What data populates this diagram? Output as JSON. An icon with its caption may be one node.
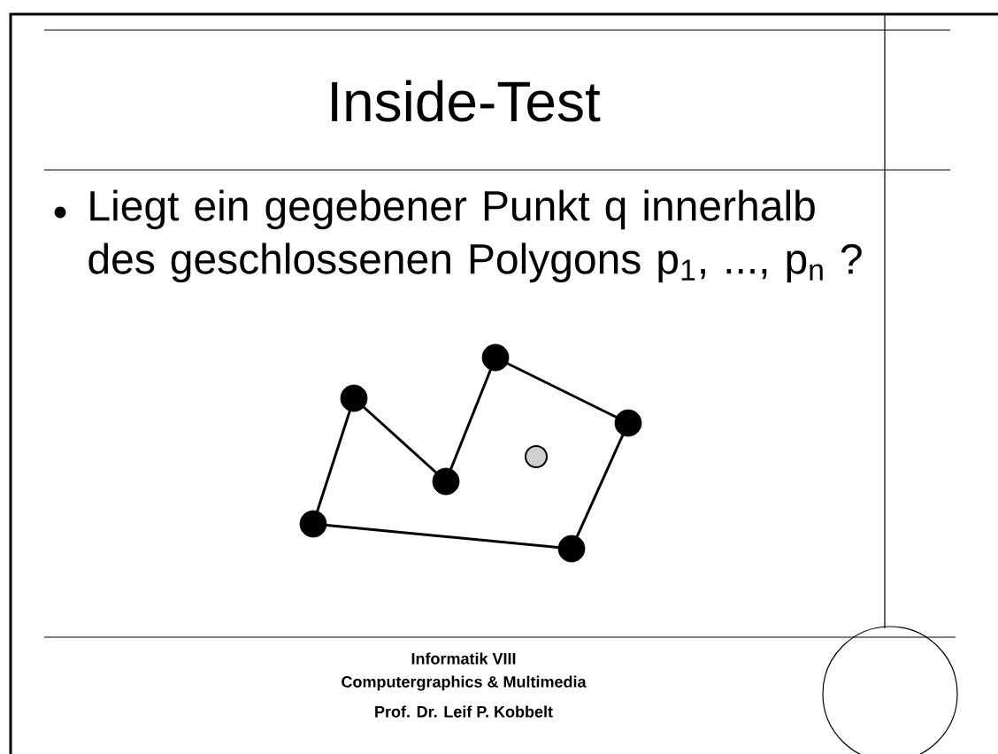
{
  "diagram": {
    "title": "Inside-Test",
    "nodes": [
      {
        "text": [],
        "shape": "circle"
      },
      {
        "text": [],
        "shape": "circle"
      },
      {
        "text": [],
        "shape": "circle"
      },
      {
        "text": [],
        "shape": "circle"
      },
      {
        "text": [],
        "shape": "circle"
      },
      {
        "text": [],
        "shape": "circle"
      },
      {
        "text": [],
        "shape": "circle"
      }
    ],
    "edges": [
      {
        "from": 1,
        "to": 2,
        "arrow": "none"
      },
      {
        "from": 2,
        "to": 3,
        "arrow": "none"
      },
      {
        "from": 3,
        "to": 5,
        "arrow": "none"
      },
      {
        "from": 5,
        "to": 4,
        "arrow": "none"
      },
      {
        "from": 4,
        "to": 0,
        "arrow": "none"
      },
      {
        "from": 0,
        "to": 1,
        "arrow": "none"
      }
    ],
    "labels": [
      "Liegt ein gegebener Punkt q innerhalb des geschlossenen Polygons p$_{1}$, ..., p$_{n}$ ?",
      "Informatik VIII",
      "Computergraphics & Multimedia",
      "Prof. Dr. Leif P. Kobbelt"
    ]
  }
}
